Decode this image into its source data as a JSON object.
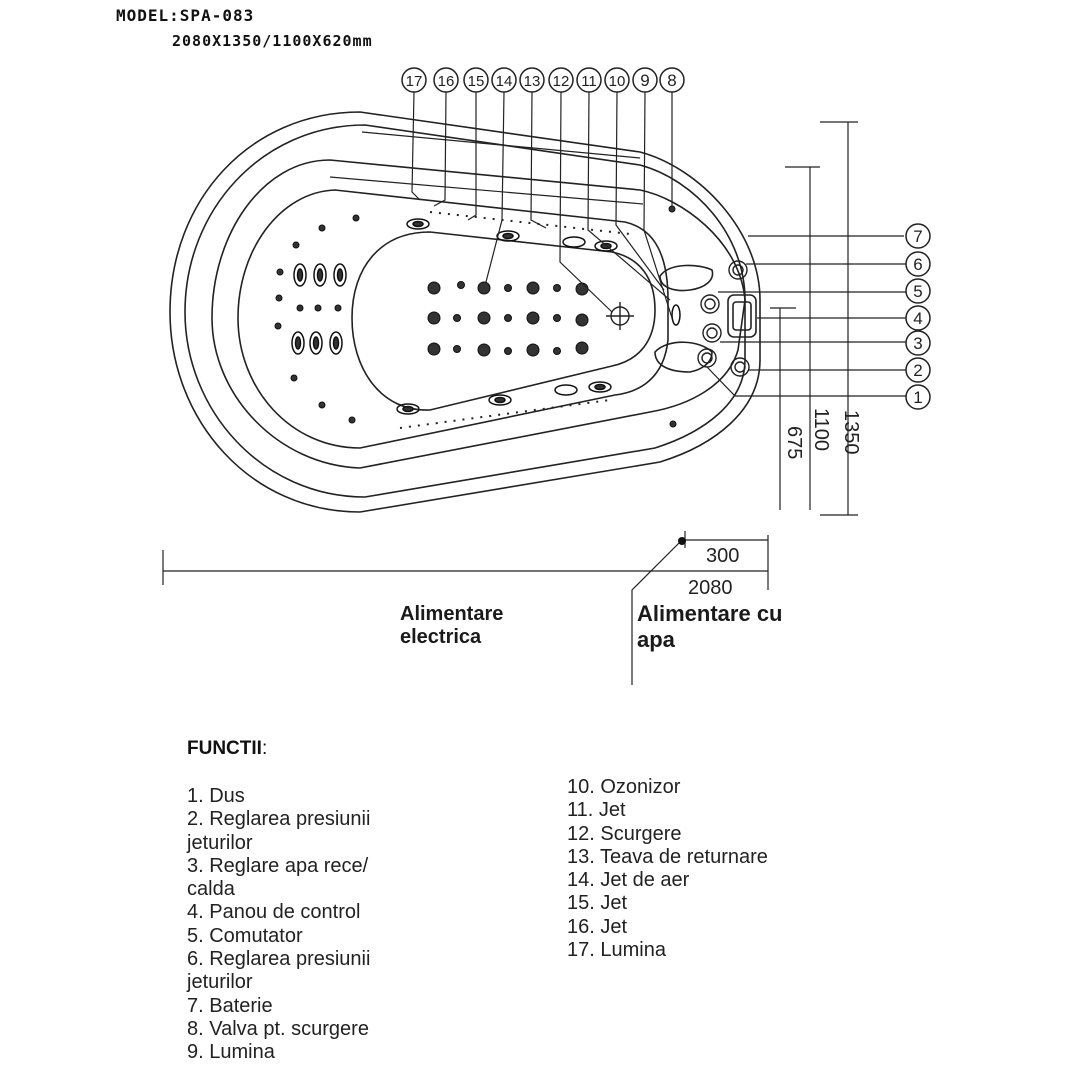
{
  "header": {
    "model": "MODEL:SPA-083",
    "dimensions": "2080X1350/1100X620mm"
  },
  "diagram": {
    "callouts_top": [
      "17",
      "16",
      "15",
      "14",
      "13",
      "12",
      "11",
      "10",
      "9",
      "8"
    ],
    "callouts_right": [
      "7",
      "6",
      "5",
      "4",
      "3",
      "2",
      "1"
    ],
    "dim_labels": {
      "d675": "675",
      "d1100": "1100",
      "d1350": "1350",
      "d300": "300",
      "d2080": "2080"
    },
    "supply": {
      "electric_line1": "Alimentare",
      "electric_line2": "electrica",
      "water_line1": "Alimentare cu",
      "water_line2": "apa"
    }
  },
  "functions": {
    "title": "FUNCTII",
    "title_suffix": ":",
    "left_lines": [
      "1. Dus",
      "2. Reglarea presiunii",
      "jeturilor",
      "3. Reglare apa rece/",
      "calda",
      "4. Panou de control",
      "5. Comutator",
      "6. Reglarea presiunii",
      "jeturilor",
      "7. Baterie",
      "8. Valva pt. scurgere",
      "9. Lumina"
    ],
    "right_lines": [
      "10. Ozonizor",
      "11. Jet",
      "12. Scurgere",
      "13. Teava de returnare",
      "14. Jet de aer",
      "15. Jet",
      "16. Jet",
      "17. Lumina"
    ]
  }
}
